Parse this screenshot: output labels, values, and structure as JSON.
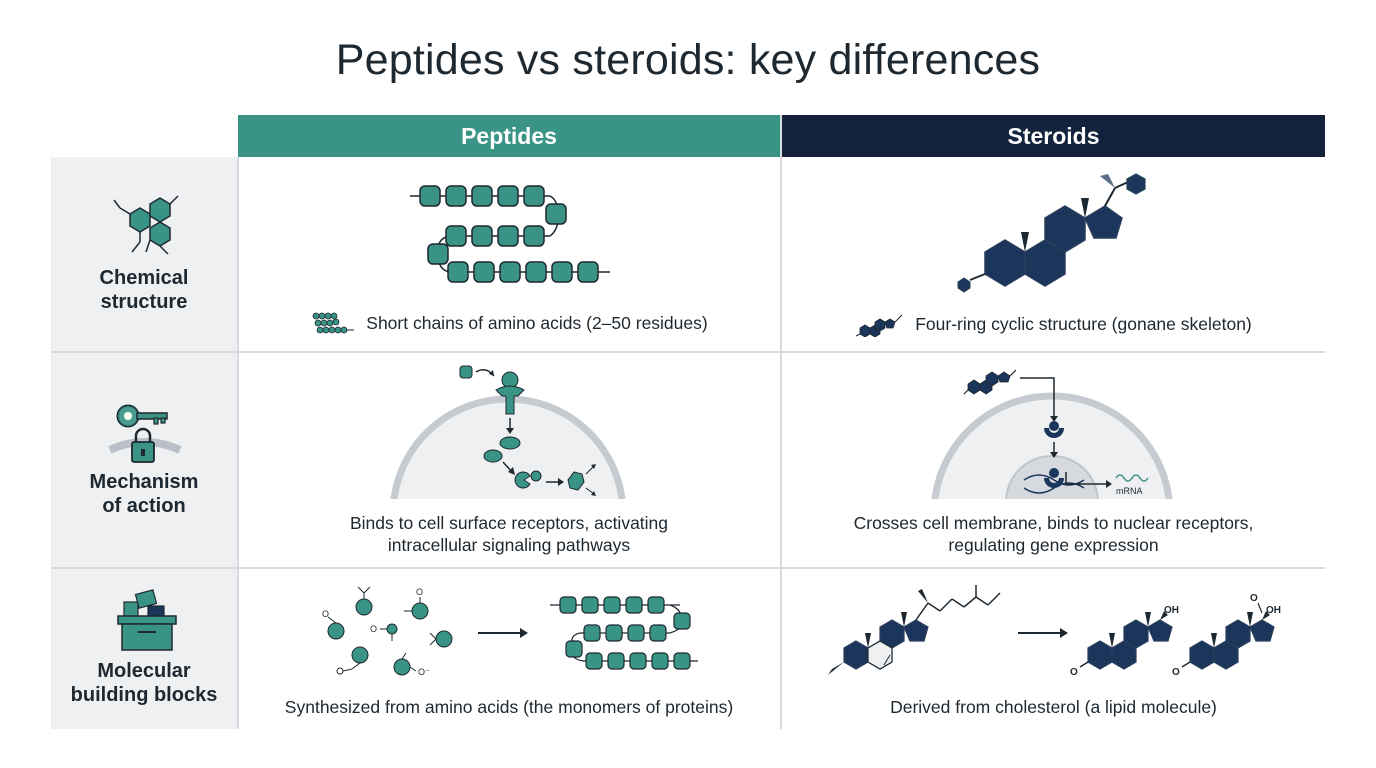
{
  "title": "Peptides vs steroids: key differences",
  "columns": {
    "peptides": "Peptides",
    "steroids": "Steroids"
  },
  "rows": [
    {
      "label_line1": "Chemical",
      "label_line2": "structure",
      "icon": "hexagon-structure-icon",
      "peptides": "Short chains of amino acids (2–50 residues)",
      "steroids": "Four-ring cyclic structure (gonane skeleton)"
    },
    {
      "label_line1": "Mechanism",
      "label_line2": "of action",
      "icon": "key-lock-icon",
      "peptides_line1": "Binds to cell surface receptors, activating",
      "peptides_line2": "intracellular signaling pathways",
      "steroids_line1": "Crosses cell membrane, binds to nuclear receptors,",
      "steroids_line2": "regulating gene expression",
      "mrna_label": "mRNA"
    },
    {
      "label_line1": "Molecular",
      "label_line2": "building blocks",
      "icon": "building-blocks-box-icon",
      "peptides": "Synthesized from amino acids (the monomers of proteins)",
      "steroids": "Derived from cholesterol (a lipid molecule)",
      "oh_label": "OH",
      "o_label": "O",
      "o_minus_label": "O⁻"
    }
  ],
  "colors": {
    "teal": "#3a9486",
    "navy": "#1b355b",
    "dark_header": "#13233d",
    "light_bg": "#eef0f2"
  }
}
